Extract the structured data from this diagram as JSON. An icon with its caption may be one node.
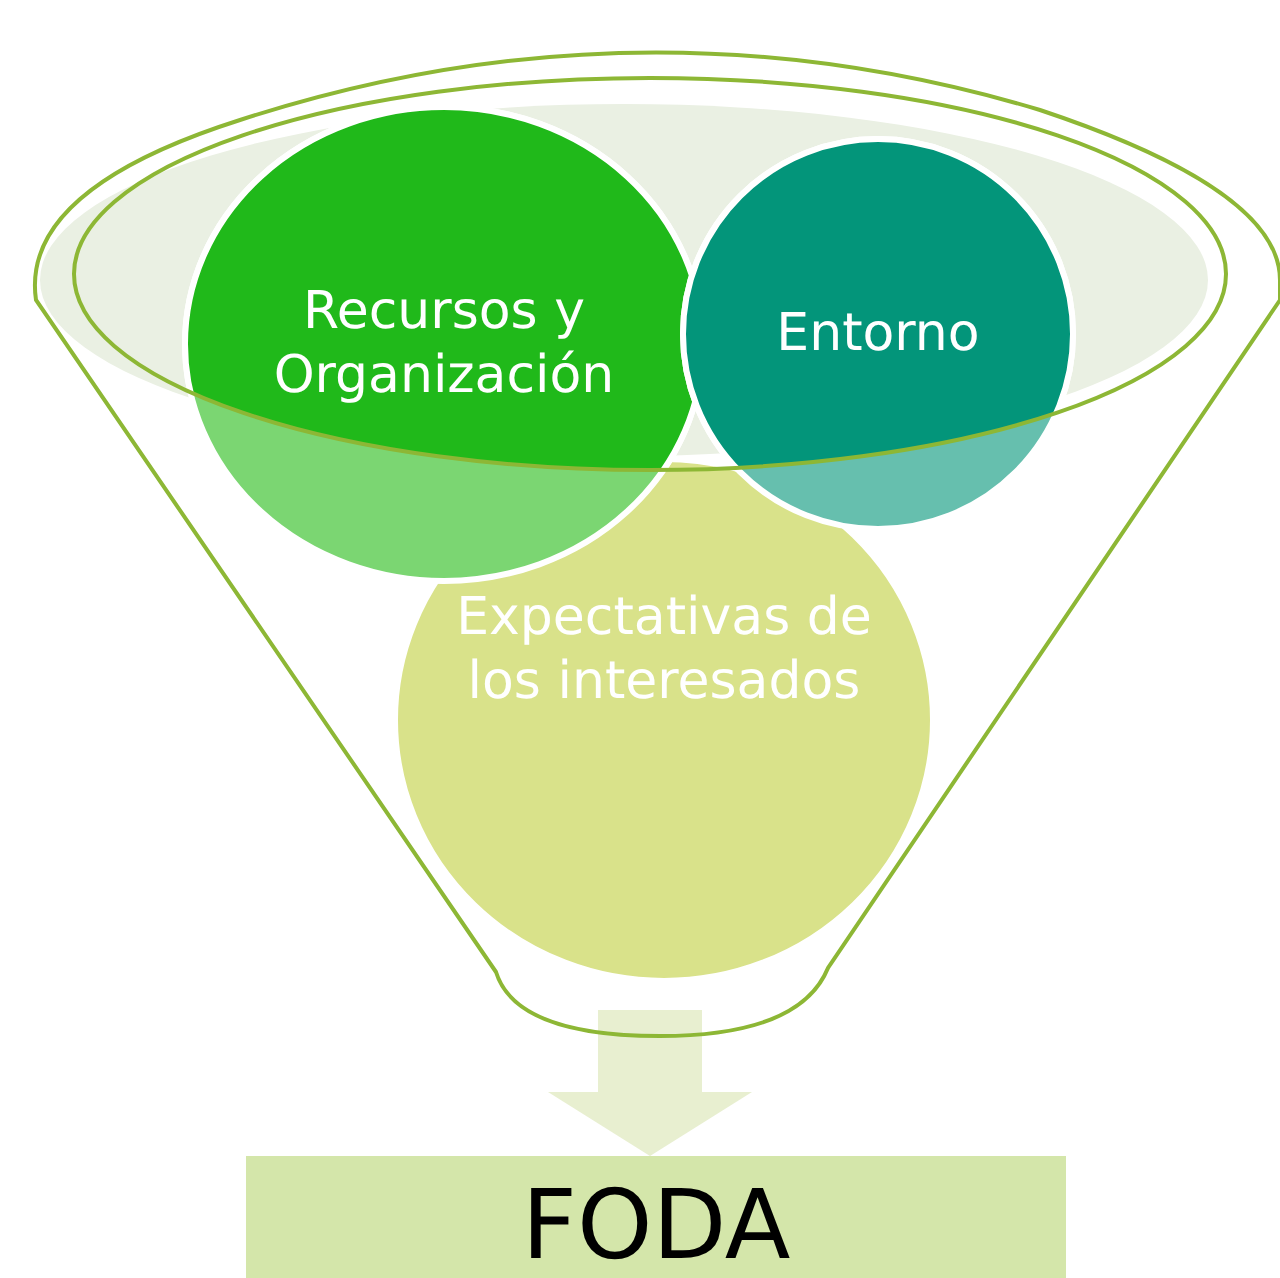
{
  "diagram": {
    "nodes": [
      {
        "text": [],
        "shape": "funnel"
      },
      {
        "text": [
          "Recursos y Organización"
        ],
        "in": 0
      },
      {
        "text": [
          "Entorno"
        ],
        "in": 0
      },
      {
        "text": [
          "Expectativas de los interesados"
        ],
        "in": 0
      },
      {
        "text": [
          "FODA"
        ]
      }
    ],
    "edges": [
      {
        "from": 0,
        "to": 4,
        "arrow": "to",
        "style": "thick"
      }
    ]
  }
}
